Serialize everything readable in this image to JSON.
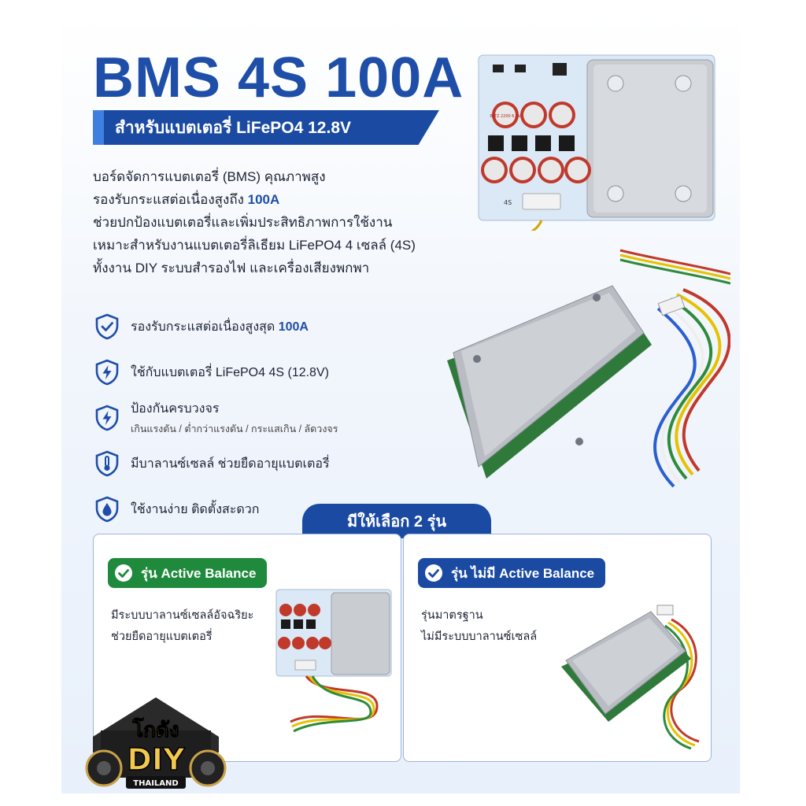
{
  "title": "BMS 4S 100A",
  "subtitle": "สำหรับแบตเตอรี่ LiFePO4 12.8V",
  "intro": {
    "line1": "บอร์ดจัดการแบตเตอรี่ (BMS) คุณภาพสูง",
    "line2_prefix": "รองรับกระแสต่อเนื่องสูงถึง ",
    "line2_accent": "100A",
    "line3": "ช่วยปกป้องแบตเตอรี่และเพิ่มประสิทธิภาพการใช้งาน",
    "line4": "เหมาะสำหรับงานแบตเตอรี่ลิเธียม LiFePO4 4 เซลล์ (4S)",
    "line5": "ทั้งงาน DIY ระบบสำรองไฟ และเครื่องเสียงพกพา"
  },
  "features": [
    {
      "icon": "shield-check-icon",
      "text": "รองรับกระแสต่อเนื่องสูงสุด ",
      "accent": "100A"
    },
    {
      "icon": "shield-bolt-icon",
      "text": "ใช้กับแบตเตอรี่ LiFePO4 4S (12.8V)"
    },
    {
      "icon": "shield-bolt-icon",
      "text": "ป้องกันครบวงจร",
      "sub": "เกินแรงดัน / ต่ำกว่าแรงดัน / กระแสเกิน / ลัดวงจร"
    },
    {
      "icon": "thermometer-shield-icon",
      "text": "มีบาลานซ์เซลล์ ช่วยยืดอายุแบตเตอรี่"
    },
    {
      "icon": "droplet-shield-icon",
      "text": "ใช้งานง่าย ติดตั้งสะดวก"
    }
  ],
  "board_labels": {
    "cap": "RLTZ 2200 6.3V",
    "model": "4S"
  },
  "choice_title": "มีให้เลือก 2 รุ่น",
  "options": {
    "active": {
      "badge": "รุ่น Active Balance",
      "desc1": "มีระบบบาลานซ์เซลล์อัจฉริยะ",
      "desc2": "ช่วยยืดอายุแบตเตอรี่"
    },
    "standard": {
      "badge": "รุ่น ไม่มี Active Balance",
      "desc1": "รุ่นมาตรฐาน",
      "desc2": "ไม่มีระบบบาลานซ์เซลล์"
    }
  },
  "logo": {
    "line1": "โกดัง",
    "line2": "DIY",
    "line3": "THAILAND"
  },
  "colors": {
    "brand_blue": "#1e4ea8",
    "banner_blue": "#1b4aa3",
    "green": "#1f8a3c"
  }
}
